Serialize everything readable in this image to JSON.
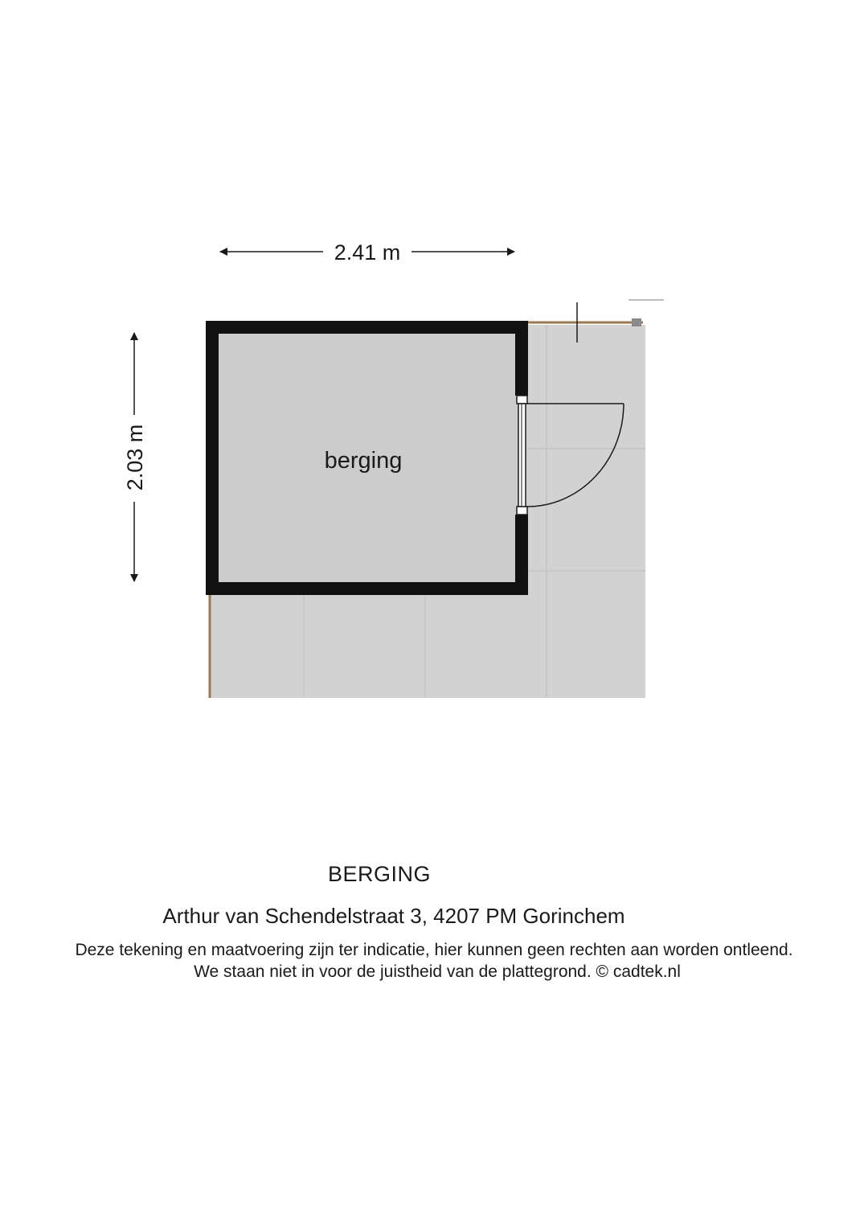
{
  "plan": {
    "room_label": "berging",
    "width_dimension": "2.41 m",
    "height_dimension": "2.03 m"
  },
  "footer": {
    "title": "BERGING",
    "address": "Arthur van Schendelstraat 3, 4207 PM Gorinchem",
    "disclaimer_line1": "Deze tekening en maatvoering zijn ter indicatie, hier kunnen geen rechten aan worden ontleend.",
    "disclaimer_line2": "We staan niet in voor de juistheid van de plattegrond. © cadtek.nl"
  },
  "colors": {
    "wall": "#111111",
    "room_floor": "#cccccc",
    "terrace_floor": "#d2d2d2",
    "fence": "#9a7a4e"
  }
}
